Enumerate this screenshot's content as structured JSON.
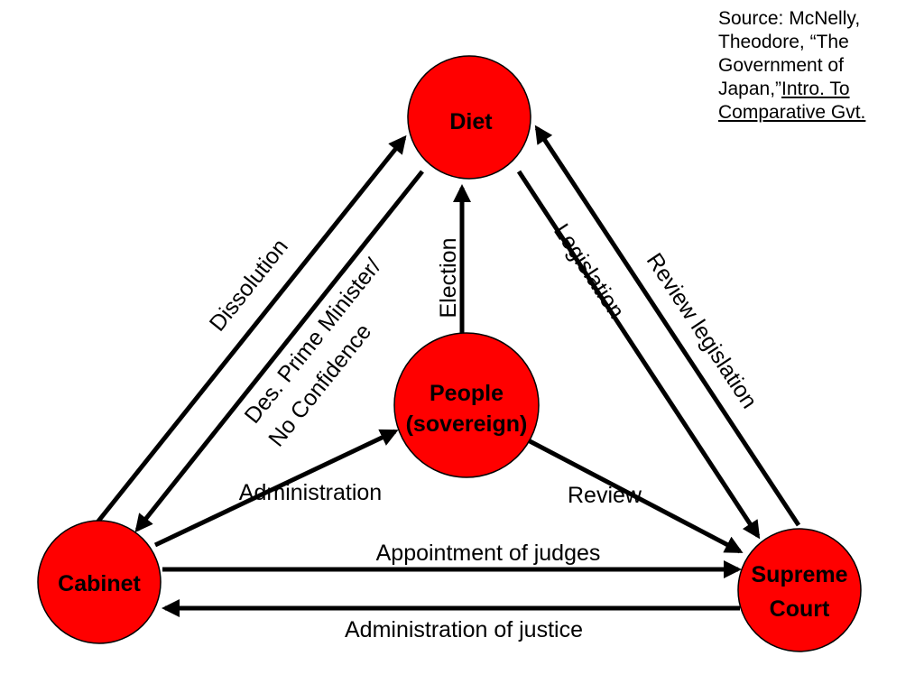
{
  "source": {
    "text": "Source: McNelly, Theodore, “The Government of Japan,”",
    "title": "Intro. To Comparative Gvt."
  },
  "nodes": {
    "diet": {
      "label": "Diet"
    },
    "people": {
      "line1": "People",
      "line2": "(sovereign)"
    },
    "cabinet": {
      "label": "Cabinet"
    },
    "court": {
      "line1": "Supreme",
      "line2": "Court"
    }
  },
  "edges": {
    "dissolution": "Dissolution",
    "prime_minister_1": "Des. Prime Minister/",
    "prime_minister_2": "No Confidence",
    "election": "Election",
    "legislation": "Legislation",
    "review_legislation": "Review legislation",
    "administration": "Administration",
    "review": "Review",
    "appointment": "Appointment of judges",
    "justice": "Administration of justice"
  },
  "colors": {
    "node_fill": "#ff0000",
    "stroke": "#000000"
  }
}
